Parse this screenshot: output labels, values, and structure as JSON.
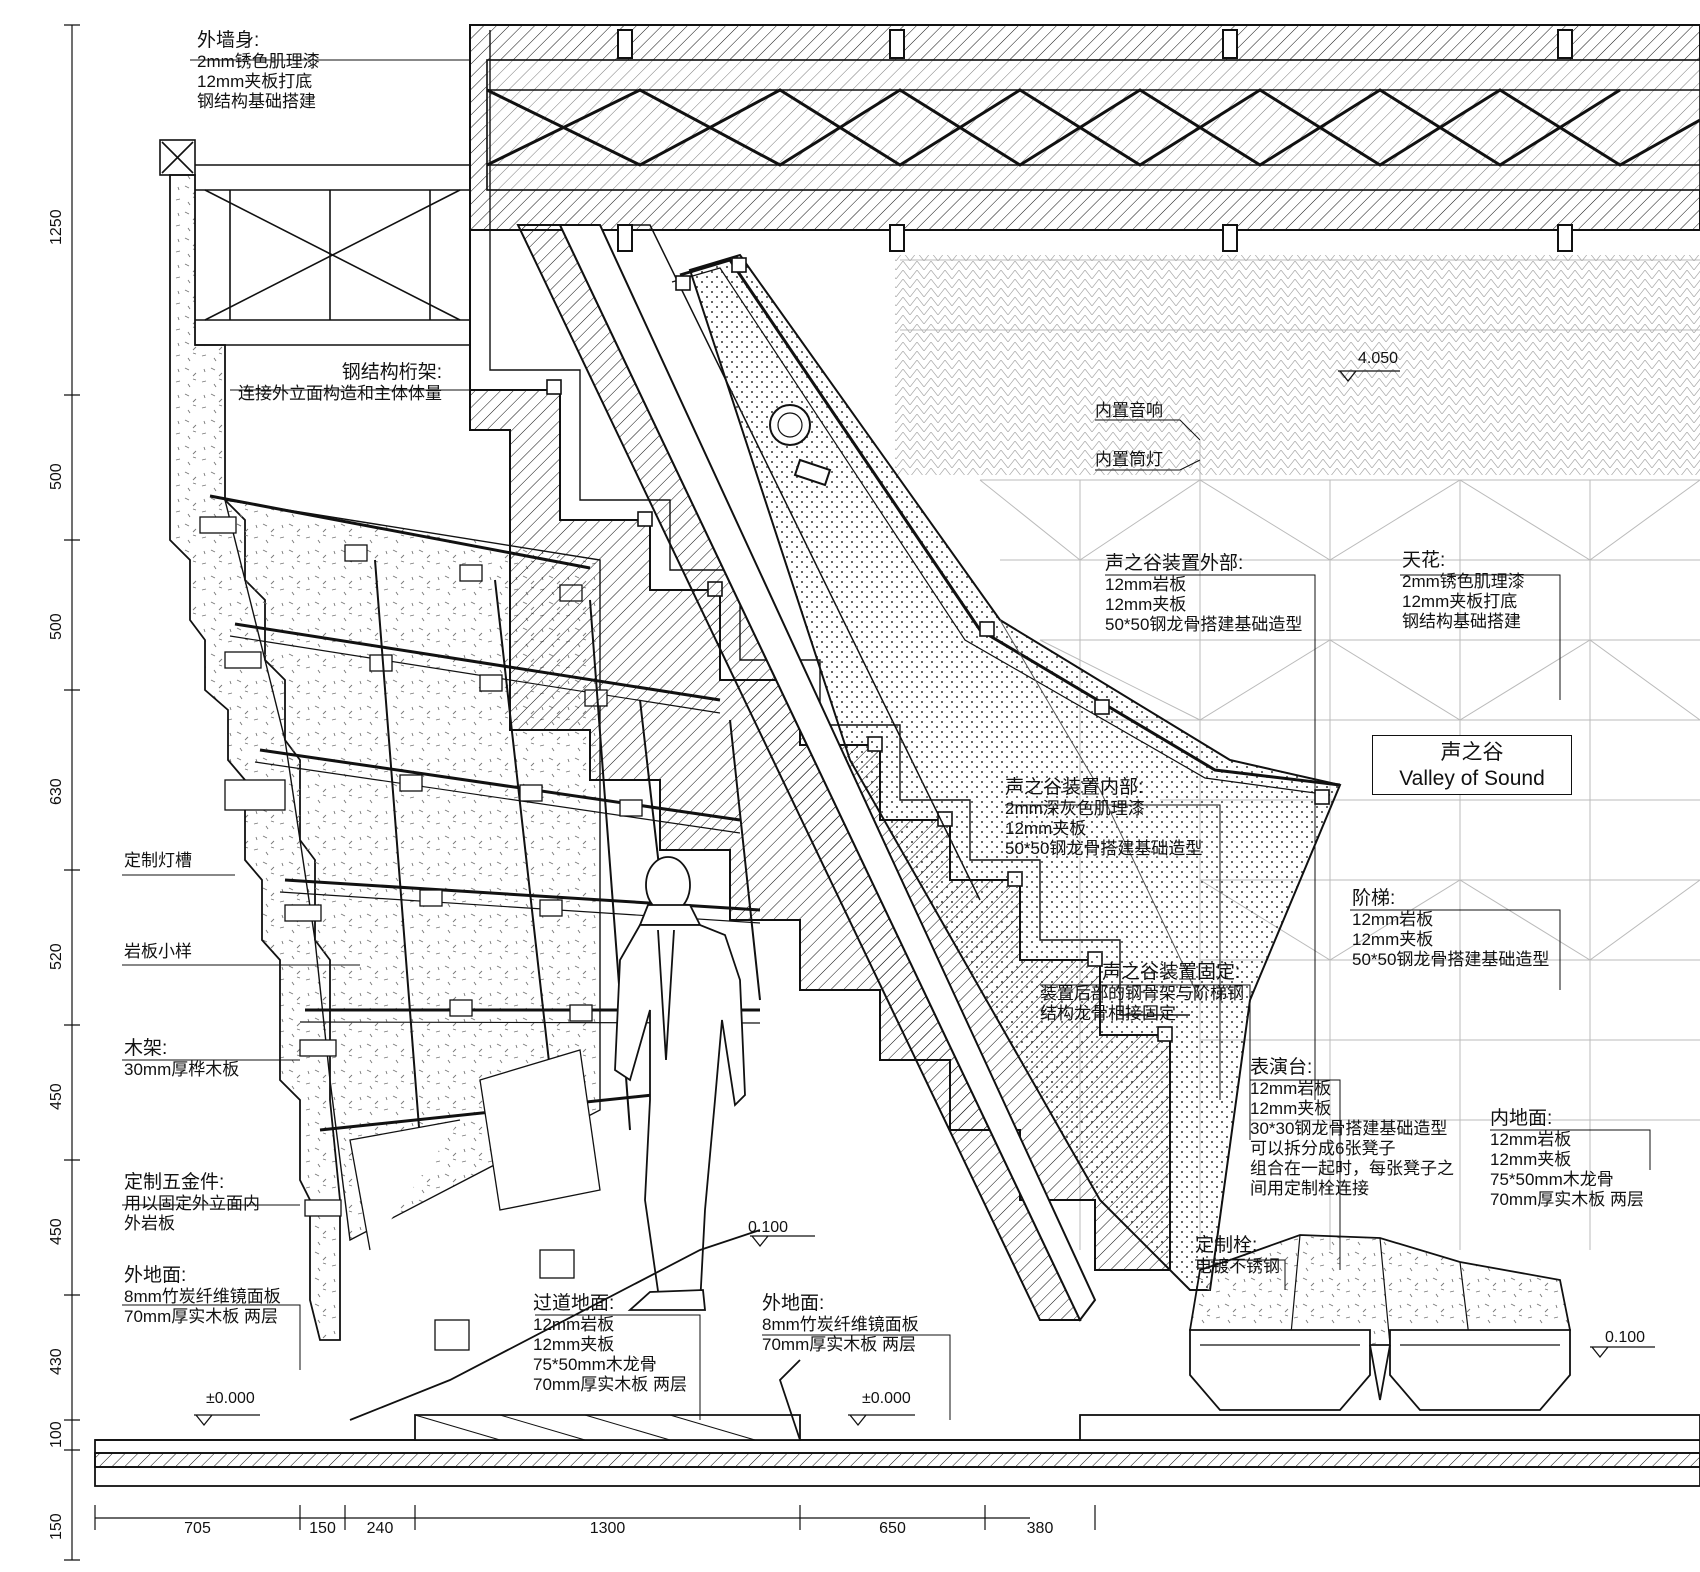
{
  "annotations": {
    "exterior_wall": {
      "title": "外墙身:",
      "lines": [
        "2mm锈色肌理漆",
        "12mm夹板打底",
        "钢结构基础搭建"
      ]
    },
    "steel_truss": {
      "title": "钢结构桁架:",
      "lines": [
        "连接外立面构造和主体体量"
      ]
    },
    "light_slot": {
      "title": "定制灯槽",
      "lines": []
    },
    "stone_sample": {
      "title": "岩板小样",
      "lines": []
    },
    "wood_frame": {
      "title": "木架:",
      "lines": [
        "30mm厚桦木板"
      ]
    },
    "hardware": {
      "title": "定制五金件:",
      "lines": [
        "用以固定外立面内",
        "外岩板"
      ]
    },
    "exterior_floor_left": {
      "title": "外地面:",
      "lines": [
        "8mm竹炭纤维镜面板",
        "70mm厚实木板 两层"
      ]
    },
    "corridor_floor": {
      "title": "过道地面:",
      "lines": [
        "12mm岩板",
        "12mm夹板",
        "75*50mm木龙骨",
        "70mm厚实木板 两层"
      ]
    },
    "exterior_floor_mid": {
      "title": "外地面:",
      "lines": [
        "8mm竹炭纤维镜面板",
        "70mm厚实木板 两层"
      ]
    },
    "speaker": {
      "title": "内置音响",
      "lines": []
    },
    "downlight": {
      "title": "内置筒灯",
      "lines": []
    },
    "valley_exterior": {
      "title": "声之谷装置外部:",
      "lines": [
        "12mm岩板",
        "12mm夹板",
        "50*50钢龙骨搭建基础造型"
      ]
    },
    "ceiling": {
      "title": "天花:",
      "lines": [
        "2mm锈色肌理漆",
        "12mm夹板打底",
        "钢结构基础搭建"
      ]
    },
    "valley_interior": {
      "title": "声之谷装置内部:",
      "lines": [
        "2mm深灰色肌理漆",
        "12mm夹板",
        "50*50钢龙骨搭建基础造型"
      ]
    },
    "stairs": {
      "title": "阶梯:",
      "lines": [
        "12mm岩板",
        "12mm夹板",
        "50*50钢龙骨搭建基础造型"
      ]
    },
    "valley_fixing": {
      "title": "声之谷装置固定:",
      "lines": [
        "装置后部的钢骨架与阶梯钢",
        "结构龙骨相接固定"
      ]
    },
    "stage": {
      "title": "表演台:",
      "lines": [
        "12mm岩板",
        "12mm夹板",
        "30*30钢龙骨搭建基础造型",
        "可以拆分成6张凳子",
        "组合在一起时，每张凳子之",
        "间用定制栓连接"
      ]
    },
    "inner_floor": {
      "title": "内地面:",
      "lines": [
        "12mm岩板",
        "12mm夹板",
        "75*50mm木龙骨",
        "70mm厚实木板 两层"
      ]
    },
    "custom_bolt": {
      "title": "定制栓:",
      "lines": [
        "电镀不锈钢"
      ]
    }
  },
  "title_box": {
    "cn": "声之谷",
    "en": "Valley of Sound"
  },
  "levels": {
    "l4050": "4.050",
    "l0100_a": "0.100",
    "l0100_b": "0.100",
    "l0000_a": "±0.000",
    "l0000_b": "±0.000"
  },
  "vertical_dims": [
    "1250",
    "500",
    "500",
    "630",
    "520",
    "450",
    "450",
    "430",
    "100",
    "150"
  ],
  "horizontal_dims": [
    "705",
    "150",
    "240",
    "1300",
    "650",
    "380"
  ],
  "colors": {
    "line": "#111111",
    "background": "#ffffff",
    "faint": "#bbbbbb"
  }
}
